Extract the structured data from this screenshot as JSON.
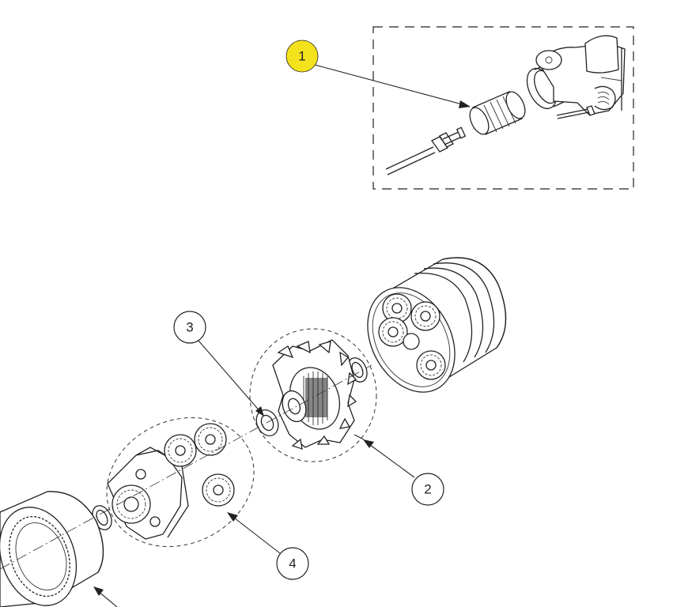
{
  "callouts": [
    {
      "id": "c1",
      "label": "1",
      "highlight": true
    },
    {
      "id": "c2",
      "label": "2",
      "highlight": false
    },
    {
      "id": "c3",
      "label": "3",
      "highlight": false
    },
    {
      "id": "c4",
      "label": "4",
      "highlight": false
    }
  ],
  "colors": {
    "highlight": "#f4e21c",
    "line": "#222222",
    "background": "#ffffff"
  }
}
